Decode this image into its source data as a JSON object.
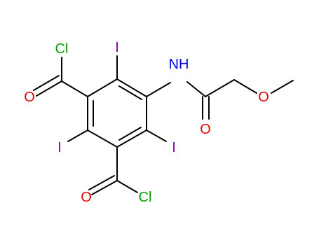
{
  "molecule": {
    "colors": {
      "bond": "#000000",
      "chlorine": "#00a000",
      "iodine": "#8800a8",
      "oxygen": "#e00000",
      "nitrogen": "#0000e0",
      "background": "#ffffff"
    },
    "atoms": {
      "cl_top": "Cl",
      "o_top_left": "O",
      "i_top": "I",
      "nh": "NH",
      "o_amide": "O",
      "o_ether": "O",
      "i_left": "I",
      "i_right": "I",
      "o_bottom": "O",
      "cl_bottom": "Cl"
    }
  }
}
